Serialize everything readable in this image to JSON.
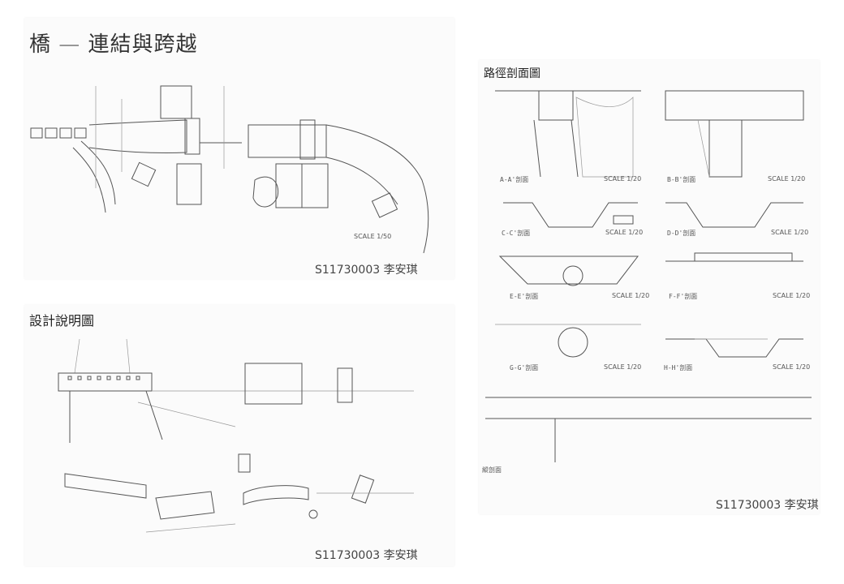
{
  "sheet1": {
    "title": "橋 — 連結與跨越",
    "scale": "SCALE 1/50",
    "signature": "S11730003  李安琪"
  },
  "sheet2": {
    "title": "設計說明圖",
    "signature": "S11730003  李安琪"
  },
  "sheet3": {
    "title": "路徑剖面圖",
    "sections": [
      {
        "label": "A-A'剖面",
        "scale": "SCALE 1/20"
      },
      {
        "label": "B-B'剖面",
        "scale": "SCALE 1/20"
      },
      {
        "label": "C-C'剖面",
        "scale": "SCALE 1/20"
      },
      {
        "label": "D-D'剖面",
        "scale": "SCALE 1/20"
      },
      {
        "label": "E-E'剖面",
        "scale": "SCALE 1/20"
      },
      {
        "label": "F-F'剖面",
        "scale": "SCALE 1/20"
      },
      {
        "label": "G-G'剖面",
        "scale": "SCALE 1/20"
      },
      {
        "label": "H-H'剖面",
        "scale": "SCALE 1/20"
      }
    ],
    "longitudinal_label": "縱剖面",
    "signature": "S11730003  李安琪"
  }
}
